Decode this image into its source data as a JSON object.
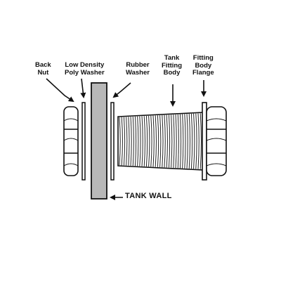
{
  "labels": {
    "back_nut": [
      "Back",
      "Nut"
    ],
    "poly_washer": [
      "Low Density",
      "Poly Washer"
    ],
    "rubber_washer": [
      "Rubber",
      "Washer"
    ],
    "fitting_body": [
      "Tank",
      "Fitting",
      "Body"
    ],
    "body_flange": [
      "Fitting",
      "Body",
      "Flange"
    ],
    "tank_wall": "TANK WALL"
  },
  "colors": {
    "stroke": "#111111",
    "tank_wall_fill": "#b8b8b8",
    "background": "#ffffff"
  }
}
